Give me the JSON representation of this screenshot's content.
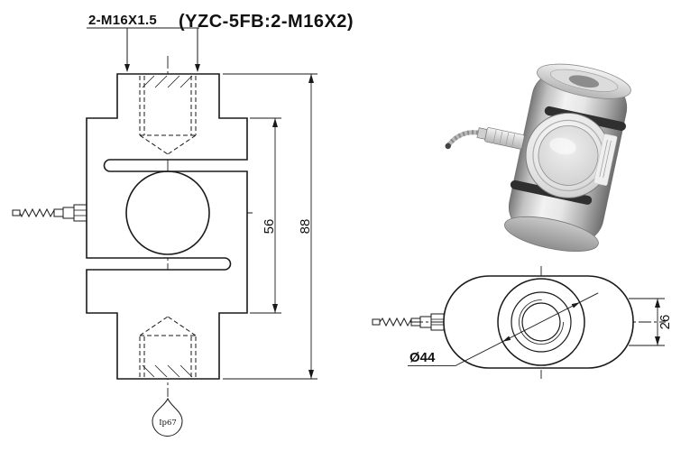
{
  "drawing": {
    "header": {
      "thread_callout": "2-M16X1.5",
      "model_note": "(YZC-5FB:2-M16X2)"
    },
    "front_view": {
      "dim_inner_height": "56",
      "dim_overall_height": "88",
      "ip_rating": "Ip67"
    },
    "top_view": {
      "dim_boss_diameter": "Ø44",
      "dim_end_height": "26"
    },
    "colors": {
      "line": "#1a1a1a",
      "background": "#ffffff",
      "metal_light": "#f2f2f2",
      "metal_dark": "#6d6d6d",
      "slot": "#2f2f2f"
    }
  }
}
